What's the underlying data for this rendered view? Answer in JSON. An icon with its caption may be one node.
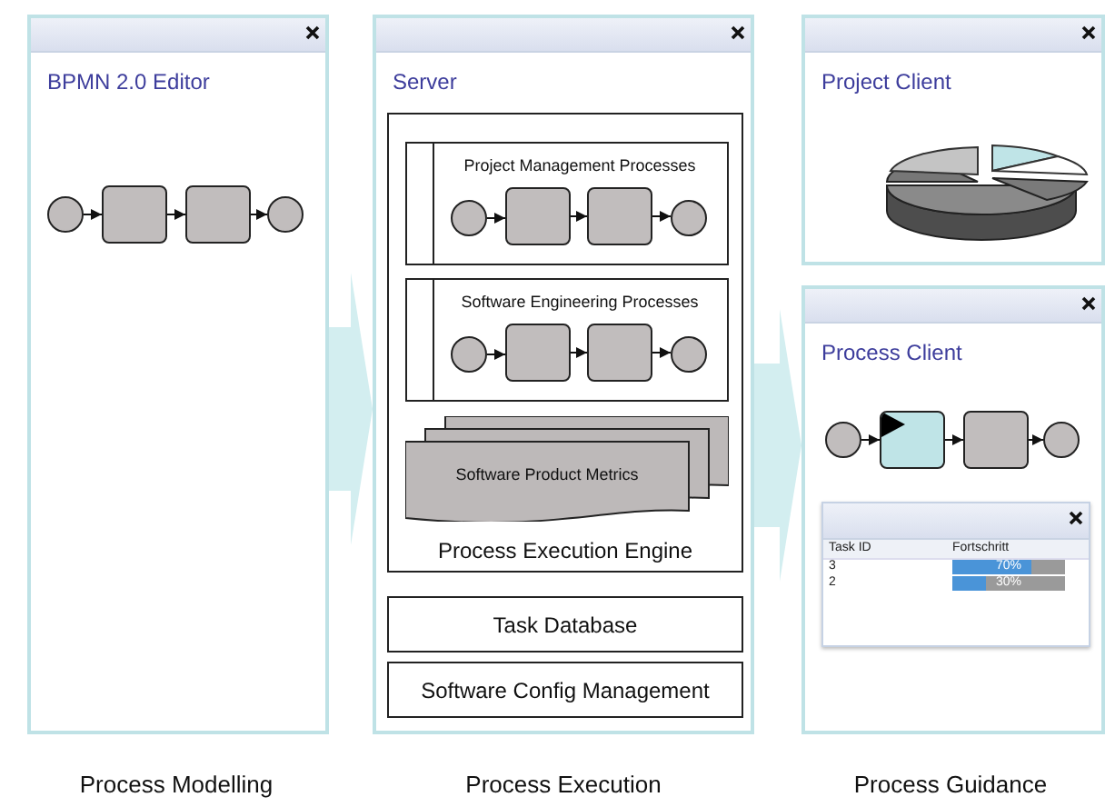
{
  "diagram": {
    "nodes": [
      {
        "text": [
          "BPMN 2.0 Editor"
        ]
      },
      {
        "text": [],
        "shape": "circle",
        "in": 0
      },
      {
        "text": [],
        "shape": "box",
        "in": 0
      },
      {
        "text": [],
        "shape": "box",
        "in": 0
      },
      {
        "text": [],
        "shape": "circle",
        "in": 0
      },
      {
        "text": [
          "Server"
        ]
      },
      {
        "text": [
          "Process Execution Engine"
        ],
        "in": 5
      },
      {
        "text": [
          "Project Management Processes"
        ],
        "in": 6
      },
      {
        "text": [],
        "shape": "circle",
        "in": 7
      },
      {
        "text": [],
        "shape": "box",
        "in": 7
      },
      {
        "text": [],
        "shape": "box",
        "in": 7
      },
      {
        "text": [],
        "shape": "circle",
        "in": 7
      },
      {
        "text": [
          "Software Engineering Processes"
        ],
        "in": 6
      },
      {
        "text": [],
        "shape": "circle",
        "in": 12
      },
      {
        "text": [],
        "shape": "box",
        "in": 12
      },
      {
        "text": [],
        "shape": "box",
        "in": 12
      },
      {
        "text": [],
        "shape": "circle",
        "in": 12
      },
      {
        "text": [
          "Software Product Metrics"
        ],
        "in": 6
      },
      {
        "text": [
          "Task Database"
        ],
        "in": 5
      },
      {
        "text": [
          "Software Config Management"
        ],
        "in": 5
      },
      {
        "text": [
          "Project Client"
        ]
      },
      {
        "text": [
          "Process Client"
        ]
      },
      {
        "text": [],
        "shape": "circle",
        "in": 21
      },
      {
        "text": [],
        "shape": "box",
        "in": 21
      },
      {
        "text": [],
        "shape": "box",
        "in": 21
      },
      {
        "text": [],
        "shape": "circle",
        "in": 21
      },
      {
        "text": [
          "Task ID",
          "Fortschritt",
          "3",
          "70%",
          "2",
          "30%"
        ],
        "in": 21
      }
    ],
    "edges": [
      {
        "from": 1,
        "to": 2,
        "arrow": "to"
      },
      {
        "from": 2,
        "to": 3,
        "arrow": "to"
      },
      {
        "from": 3,
        "to": 4,
        "arrow": "to"
      },
      {
        "from": 8,
        "to": 9,
        "arrow": "to"
      },
      {
        "from": 9,
        "to": 10,
        "arrow": "to"
      },
      {
        "from": 10,
        "to": 11,
        "arrow": "to"
      },
      {
        "from": 13,
        "to": 14,
        "arrow": "to"
      },
      {
        "from": 14,
        "to": 15,
        "arrow": "to"
      },
      {
        "from": 15,
        "to": 16,
        "arrow": "to"
      },
      {
        "from": 22,
        "to": 23,
        "arrow": "to"
      },
      {
        "from": 23,
        "to": 24,
        "arrow": "to"
      },
      {
        "from": 24,
        "to": 25,
        "arrow": "to"
      },
      {
        "from": 0,
        "to": 5,
        "arrow": "to",
        "style": "thick",
        "color": "#d3eef0"
      },
      {
        "from": 5,
        "to": 21,
        "arrow": "to",
        "style": "thick",
        "color": "#d3eef0"
      }
    ],
    "labels": [
      "Process Modelling",
      "Process Execution",
      "Process Guidance"
    ]
  }
}
